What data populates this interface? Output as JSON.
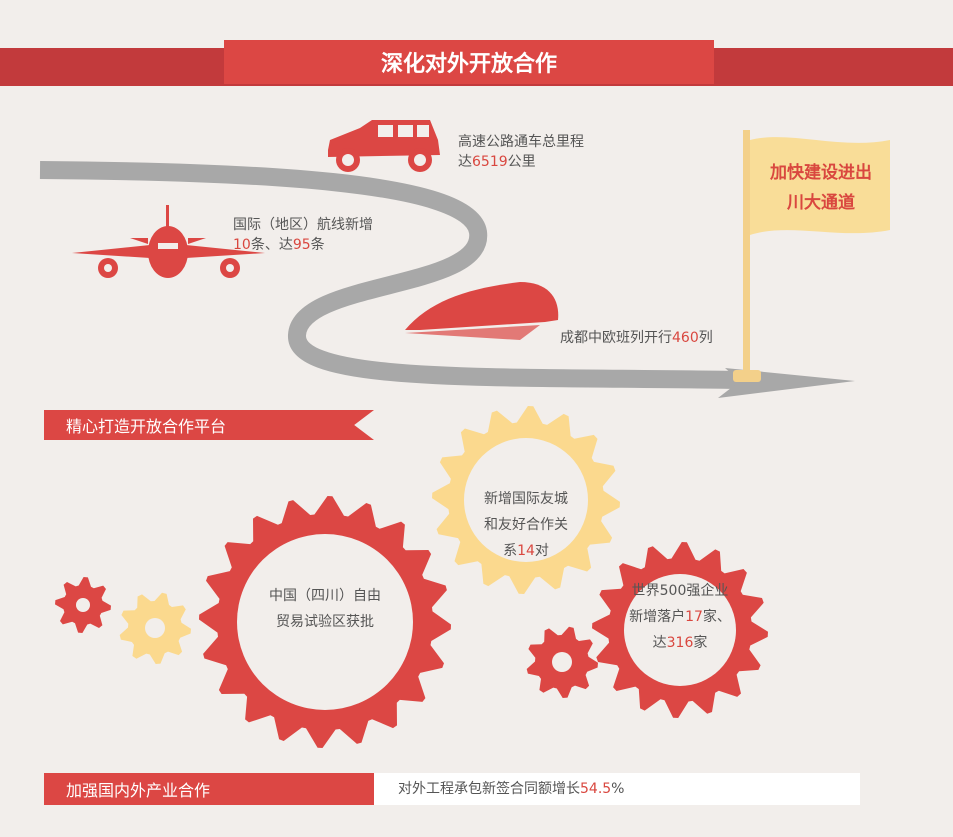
{
  "title": "深化对外开放合作",
  "highway": {
    "line1": "高速公路通车总里程",
    "pre": "达",
    "num": "6519",
    "post": "公里"
  },
  "flights": {
    "line1": "国际（地区）航线新增",
    "num1": "10",
    "mid": "条、达",
    "num2": "95",
    "post": "条"
  },
  "train": {
    "pre": "成都中欧班列开行",
    "num": "460",
    "post": "列"
  },
  "flag": {
    "line1": "加快建设进出",
    "line2": "川大通道"
  },
  "section2": {
    "label": "精心打造开放合作平台"
  },
  "gears": {
    "ftz": {
      "line1": "中国（四川）自由",
      "line2": "贸易试验区获批"
    },
    "cities": {
      "line1": "新增国际友城",
      "line2": "和友好合作关",
      "pre": "系",
      "num": "14",
      "post": "对"
    },
    "fortune": {
      "line1": "世界500强企业",
      "pre2": "新增落户",
      "num1": "17",
      "post2": "家、",
      "pre3": "达",
      "num2": "316",
      "post3": "家"
    }
  },
  "section3": {
    "label": "加强国内外产业合作",
    "text": "对外工程承包新签合同额增长",
    "num": "54.5",
    "post": "%"
  },
  "colors": {
    "red": "#dc4744",
    "yellow": "#fbd98e",
    "road": "#a8a8a8"
  }
}
